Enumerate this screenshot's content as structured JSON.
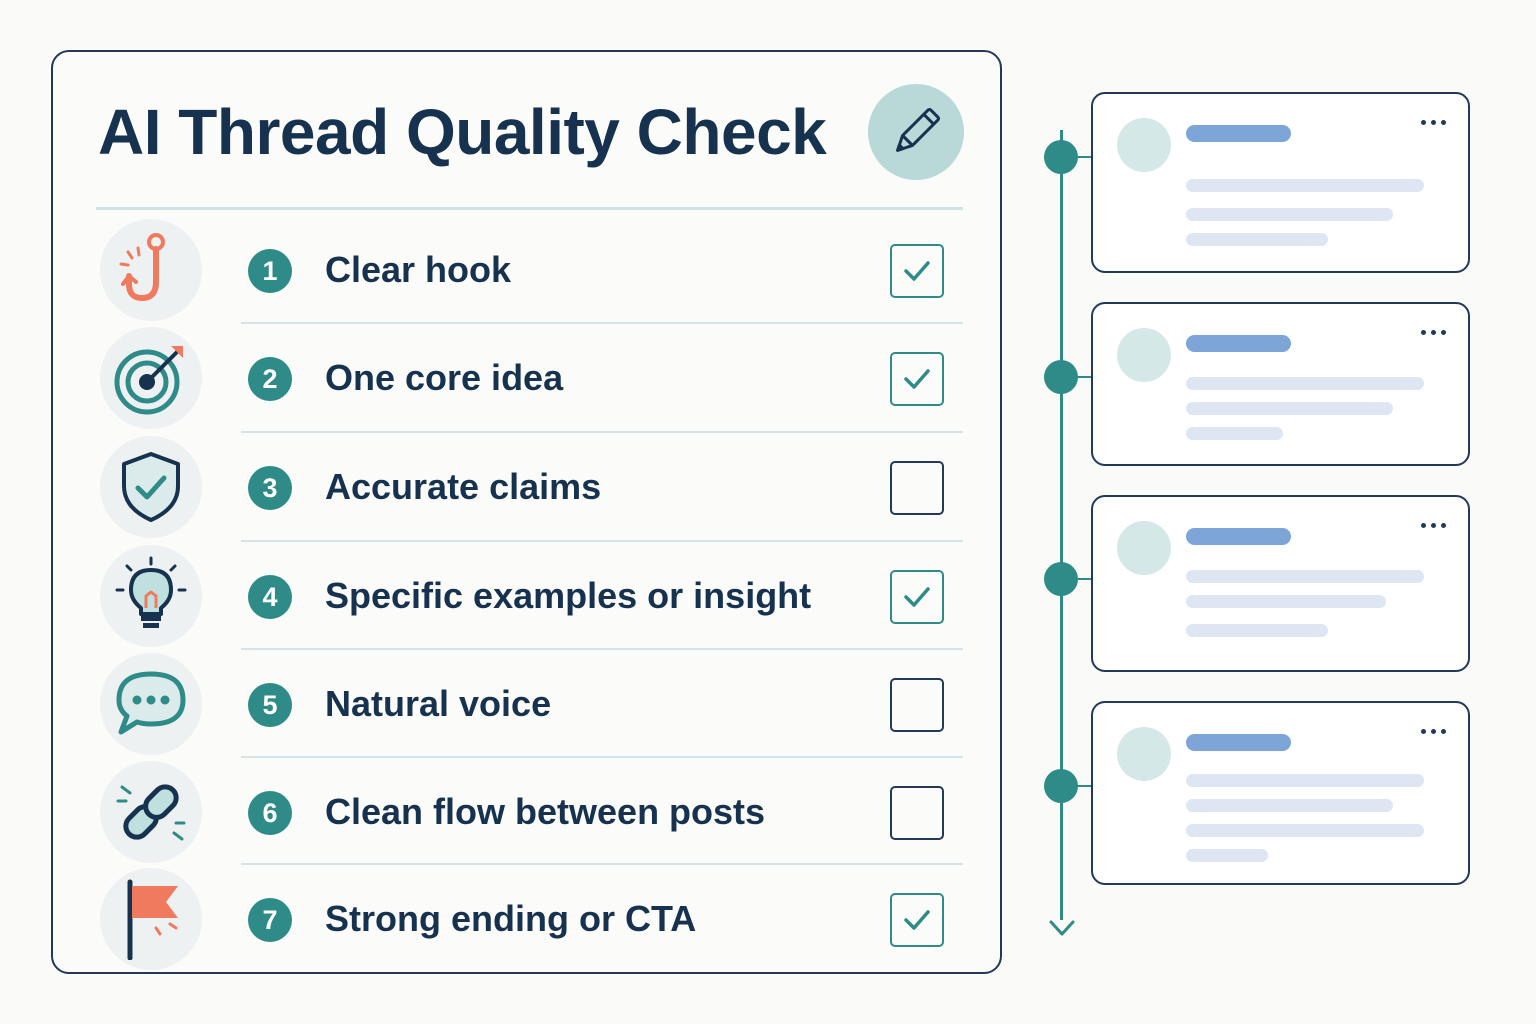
{
  "title": "AI Thread Quality Check",
  "title_icon": "pencil-icon",
  "colors": {
    "navy": "#16324f",
    "teal": "#2f8b87",
    "coral": "#ef7a5e",
    "light_teal": "#b9d9d9",
    "blue_bar": "#7ea5d8",
    "gray_line": "#dde6f2"
  },
  "checklist": [
    {
      "number": "1",
      "label": "Clear hook",
      "icon": "fish-hook-icon",
      "checked": true
    },
    {
      "number": "2",
      "label": "One core idea",
      "icon": "target-icon",
      "checked": true
    },
    {
      "number": "3",
      "label": "Accurate claims",
      "icon": "shield-check-icon",
      "checked": false
    },
    {
      "number": "4",
      "label": "Specific examples or insight",
      "icon": "lightbulb-icon",
      "checked": true
    },
    {
      "number": "5",
      "label": "Natural voice",
      "icon": "chat-bubble-icon",
      "checked": false
    },
    {
      "number": "6",
      "label": "Clean flow between posts",
      "icon": "chain-link-icon",
      "checked": false
    },
    {
      "number": "7",
      "label": "Strong ending or CTA",
      "icon": "flag-icon",
      "checked": true
    }
  ],
  "thread_posts": [
    {
      "icon": "more-dots-icon"
    },
    {
      "icon": "more-dots-icon"
    },
    {
      "icon": "more-dots-icon"
    },
    {
      "icon": "more-dots-icon"
    }
  ]
}
